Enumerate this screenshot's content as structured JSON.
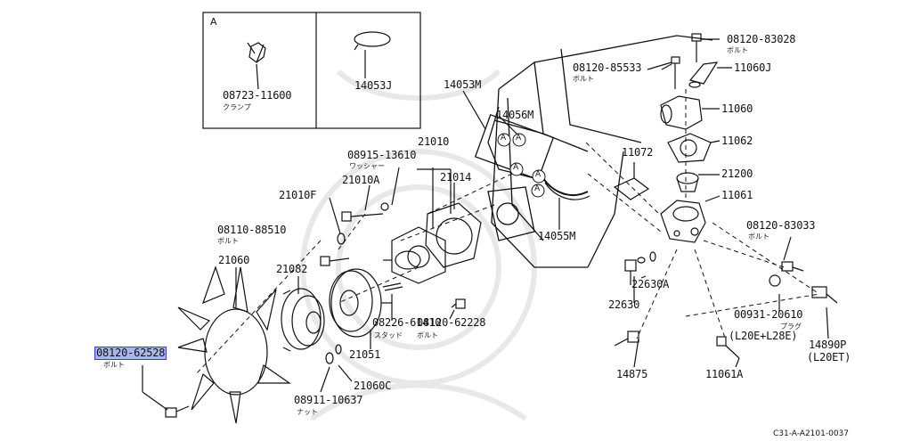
{
  "inset": {
    "letter": "A",
    "left_part": "08723-11600",
    "left_note": "クランプ",
    "right_part": "14053J"
  },
  "callout": "A",
  "labels": {
    "p08120_83028": "08120-83028",
    "p08120_83028_note": "ボルト",
    "p08120_85533": "08120-85533",
    "p08120_85533_note": "ボルト",
    "p11060J": "11060J",
    "p14053M": "14053M",
    "p14056M": "14056M",
    "p11060": "11060",
    "p11062": "11062",
    "p11072": "11072",
    "p21200": "21200",
    "p11061": "11061",
    "p08915_13610": "08915-13610",
    "p08915_13610_note": "ワッシャー",
    "p21010": "21010",
    "p21010F": "21010F",
    "p21010A": "21010A",
    "p21014": "21014",
    "p14055M": "14055M",
    "p08110_88510": "08110-88510",
    "p08110_88510_note": "ボルト",
    "p21060": "21060",
    "p21082": "21082",
    "p08120_83033": "08120-83033",
    "p08120_83033_note": "ボルト",
    "p22630A": "22630A",
    "p22630": "22630",
    "p08226_61410": "08226-61410",
    "p08226_61410_note": "スタッド",
    "p08120_62228": "08120-62228",
    "p08120_62228_note": "ボルト",
    "p00931_20610": "00931-20610",
    "p00931_20610_note": "プラグ",
    "p_L20E_L28E": "(L20E+L28E)",
    "p14890P": "14890P",
    "p_L20ET": "(L20ET)",
    "p08120_62528": "08120-62528",
    "p08120_62528_note": "ボルト",
    "p21051": "21051",
    "p21060C": "21060C",
    "p08911_10637": "08911-10637",
    "p08911_10637_note": "ナット",
    "p14875": "14875",
    "p11061A": "11061A"
  },
  "footer": "C31-A-A2101-0037",
  "colors": {
    "ink": "#111111",
    "highlight": "#a9b6ea",
    "highlight_border": "#3b3bd6",
    "watermark": "#e8e8e8"
  }
}
